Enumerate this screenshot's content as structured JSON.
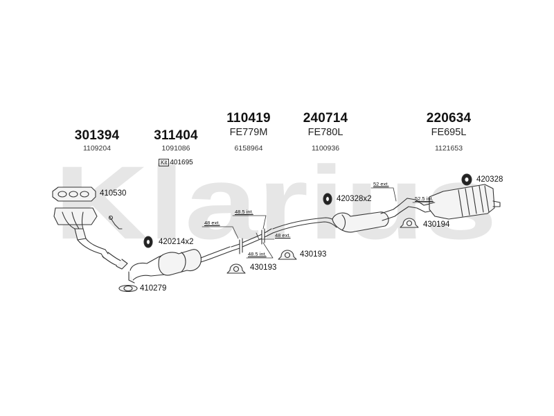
{
  "watermark": "Klarius",
  "columns": [
    {
      "part": "301394",
      "ref": "",
      "oem": "1109204"
    },
    {
      "part": "311404",
      "ref": "",
      "oem": "1091086"
    },
    {
      "part": "110419",
      "ref": "FE779M",
      "oem": "6158964"
    },
    {
      "part": "240714",
      "ref": "FE780L",
      "oem": "1100936"
    },
    {
      "part": "220634",
      "ref": "FE695L",
      "oem": "1121653"
    }
  ],
  "kit": {
    "tag": "Kit",
    "number": "401695"
  },
  "callouts": {
    "c410530": "410530",
    "c420214": "420214x2",
    "c410279": "410279",
    "c430193a": "430193",
    "c430193b": "430193",
    "c420328x2": "420328x2",
    "c430194": "430194",
    "c420328": "420328"
  },
  "dimensions": {
    "d48ext_a": "48 ext.",
    "d48ext_b": "48 ext.",
    "d485int_a": "48.5 int.",
    "d485int_b": "48.5 int.",
    "d52ext": "52 ext.",
    "d525int": "52.5 int."
  },
  "colors": {
    "watermark": "#e6e6e6",
    "line": "#333333",
    "fill": "#f4f4f4"
  }
}
